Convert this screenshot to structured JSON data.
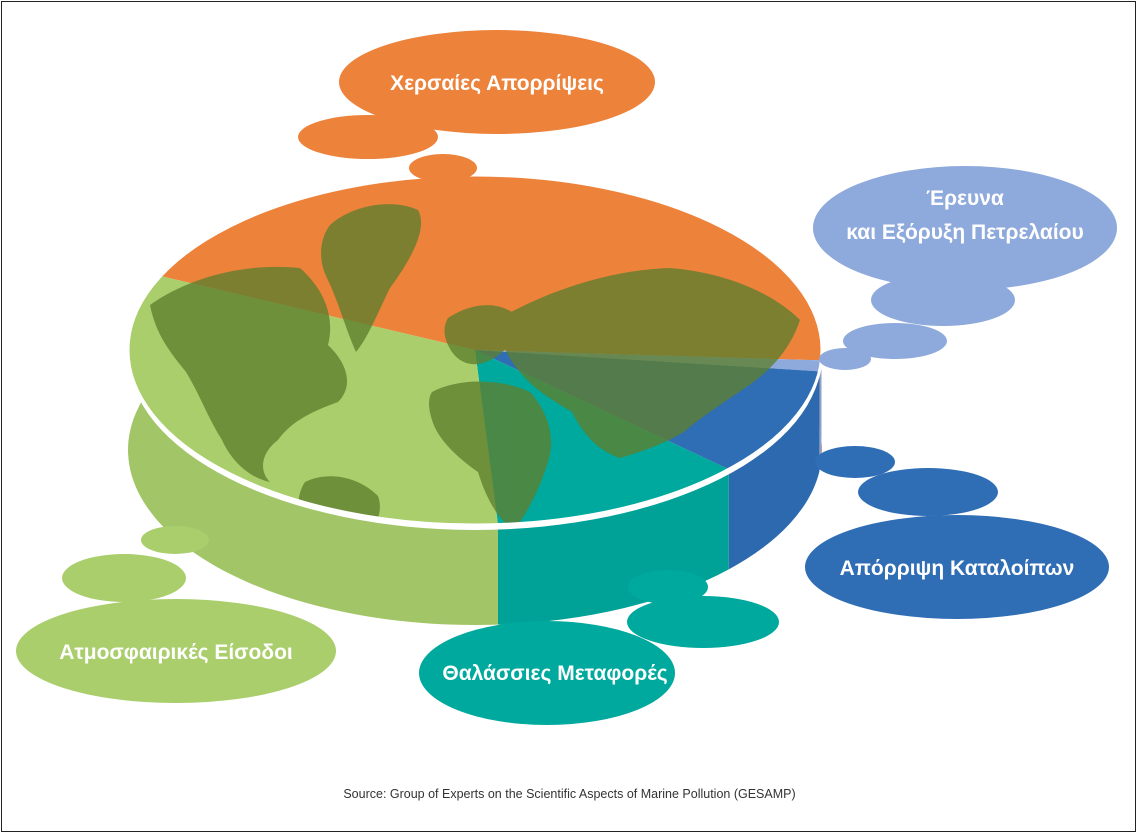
{
  "chart_data": {
    "type": "pie",
    "title": "",
    "categories": [
      "Χερσαίες Απορρίψεις",
      "Έρευνα και Εξόρυξη Πετρελαίου",
      "Απόρριψη Καταλοίπων",
      "Θαλάσσιες Μεταφορές",
      "Ατμοσφαιρικές Είσοδοι"
    ],
    "values": [
      44,
      1,
      10,
      12,
      33
    ],
    "label_lines": {
      "land": [
        "Χερσαίες Απορρίψεις"
      ],
      "oil": [
        "Έρευνα",
        "και Εξόρυξη Πετρελαίου"
      ],
      "dumping": [
        "Απόρριψη Καταλοίπων"
      ],
      "shipping": [
        "Θαλάσσιες Μεταφορές"
      ],
      "atmosphere": [
        "Ατμοσφαιρικές Είσοδοι"
      ]
    },
    "colors": {
      "land": "#ED823A",
      "oil": "#8EA9DB",
      "dumping": "#2F6DB5",
      "shipping": "#00A99D",
      "atmosphere": "#A9CE6B",
      "map": "#5E7F2E"
    },
    "legend": "none",
    "background_image": "world-map"
  },
  "source": "Source: Group of Experts on the Scientific Aspects of Marine Pollution (GESAMP)"
}
